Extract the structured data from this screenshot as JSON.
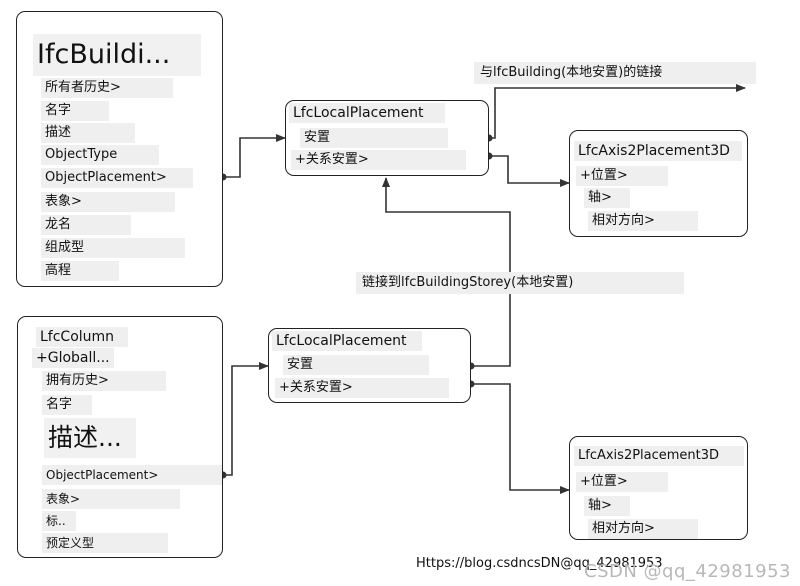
{
  "building": {
    "title": "IfcBuildi...",
    "attrs": [
      "所有者历史>",
      "名字",
      "描述",
      "ObjectType",
      "ObjectPlacement>",
      "表象>",
      "龙名",
      "组成型",
      "高程"
    ]
  },
  "local_placement_top": {
    "title": "LfcLocalPlacement",
    "attrs": [
      "安置",
      "+关系安置>"
    ]
  },
  "axis_top": {
    "title": "LfcAxis2Placement3D",
    "attrs": [
      "+位置>",
      "轴>",
      "相对方向>"
    ]
  },
  "column": {
    "title": "LfcColumn",
    "attrs": [
      "+Globall...",
      "拥有历史>",
      "名字",
      "描述...",
      "ObjectPlacement>",
      "表象>",
      "标..",
      "预定义型"
    ]
  },
  "local_placement_bottom": {
    "title": "LfcLocalPlacement",
    "attrs": [
      "安置",
      "+关系安置>"
    ]
  },
  "axis_bottom": {
    "title": "LfcAxis2Placement3D",
    "attrs": [
      "+位置>",
      "轴>",
      "相对方向>"
    ]
  },
  "notes": {
    "link_building": "与lfcBuilding(本地安置)的链接",
    "link_storey": "链接到lfcBuildingStorey(本地安置)"
  },
  "watermark": {
    "url": "Https://blog.csdncsDN@qq_42981953",
    "overlay": "CSDN @qq_42981953"
  }
}
